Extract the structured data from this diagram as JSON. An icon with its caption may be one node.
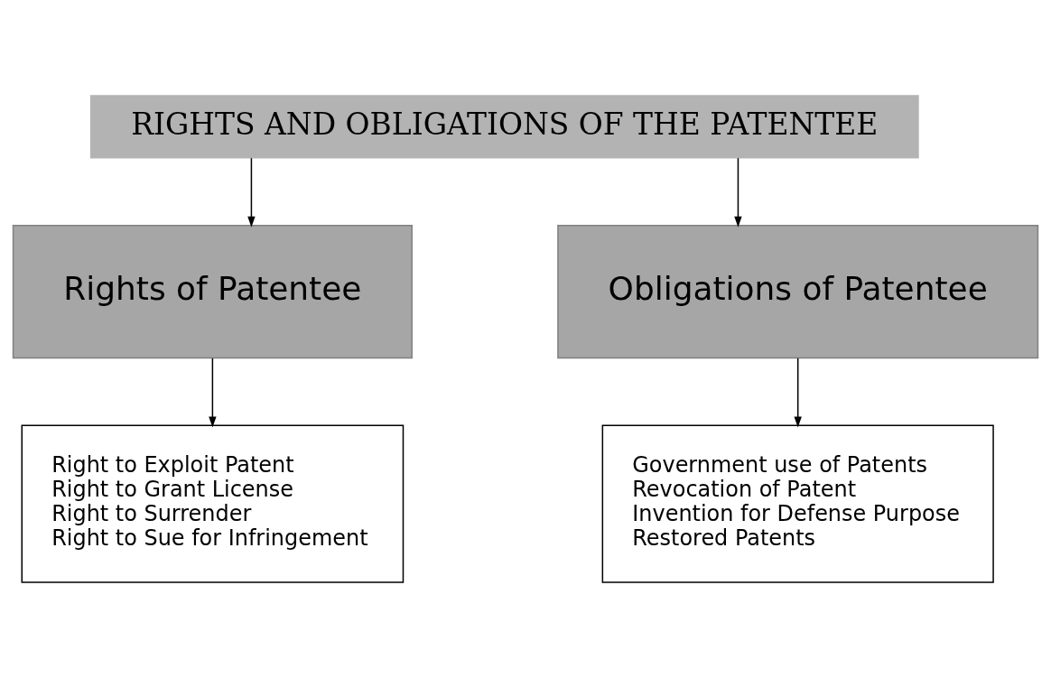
{
  "diagram": {
    "nodes": [
      {
        "text": [
          "RIGHTS AND OBLIGATIONS OF THE PATENTEE"
        ]
      },
      {
        "text": [
          "Rights of Patentee"
        ]
      },
      {
        "text": [
          "Obligations of Patentee"
        ]
      },
      {
        "text": [
          "Right to Exploit Patent",
          "Right to Grant License",
          "Right to Surrender",
          "Right to Sue for Infringement"
        ]
      },
      {
        "text": [
          "Government use of Patents",
          "Revocation of Patent",
          "Invention for Defense Purpose",
          "Restored Patents"
        ]
      }
    ],
    "edges": [
      {
        "from": 0,
        "to": 1,
        "arrow": "to"
      },
      {
        "from": 0,
        "to": 2,
        "arrow": "to"
      },
      {
        "from": 1,
        "to": 3,
        "arrow": "to"
      },
      {
        "from": 2,
        "to": 4,
        "arrow": "to"
      }
    ]
  }
}
